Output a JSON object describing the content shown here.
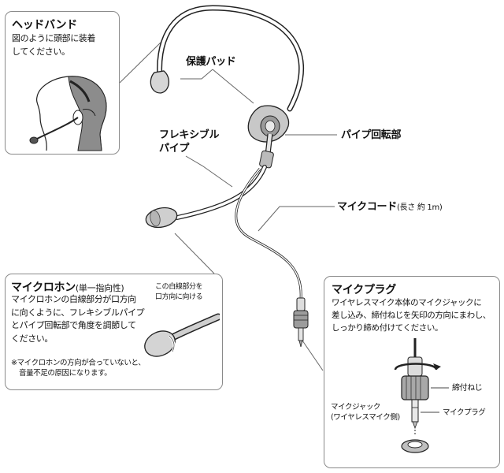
{
  "headband_box": {
    "title": "ヘッドバンド",
    "text_lines": [
      "図のように頭部に装着",
      "してください。"
    ]
  },
  "labels": {
    "protective_pad": "保護パッド",
    "flexible_pipe": [
      "フレキシブル",
      "パイプ"
    ],
    "pipe_rotation": "パイプ回転部",
    "mic_cord": "マイクコード",
    "mic_cord_note": "(長さ 約 1m)"
  },
  "microphone_box": {
    "title": "マイクロホン",
    "title_note": "(単一指向性)",
    "text_lines": [
      "マイクロホンの白線部分が口方向",
      "に向くように、フレキシブルパイプ",
      "とパイプ回転部で角度を調節して",
      "ください。"
    ],
    "callout_lines": [
      "この白線部分を",
      "口方向に向ける"
    ],
    "note_lines": [
      "※マイクロホンの方向が合っていないと、",
      "音量不足の原因になります。"
    ]
  },
  "plug_box": {
    "title": "マイクプラグ",
    "text_lines": [
      "ワイヤレスマイク本体のマイクジャックに",
      "差し込み、締付ねじを矢印の方向にまわし、",
      "しっかり締め付けてください。"
    ],
    "tighten_screw": "締付ねじ",
    "mic_plug": "マイクプラグ",
    "mic_jack_lines": [
      "マイクジャック",
      "(ワイヤレスマイク側)"
    ]
  }
}
